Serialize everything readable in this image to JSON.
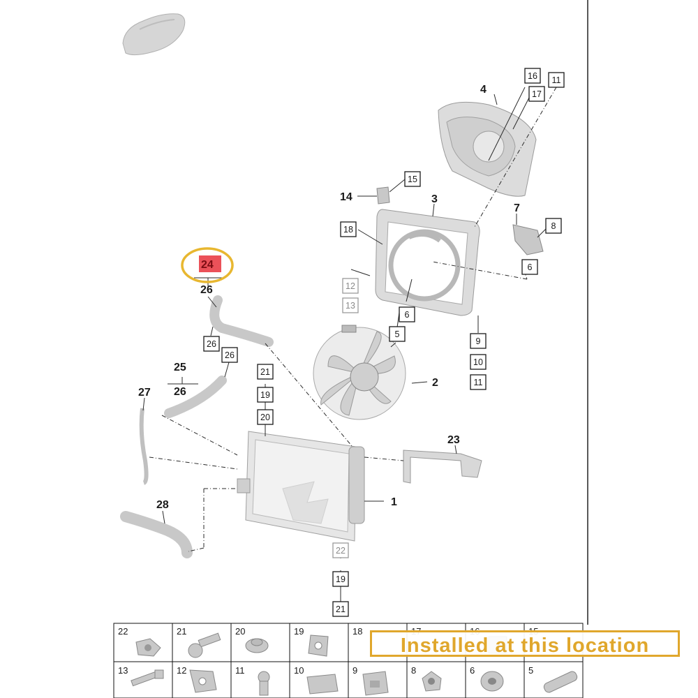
{
  "diagram": {
    "callouts": {
      "c1": "1",
      "c2": "2",
      "c3": "3",
      "c4": "4",
      "c7": "7",
      "c14": "14",
      "c23": "23",
      "c25": "25",
      "c26a": "26",
      "c26b": "26",
      "c27": "27",
      "c28": "28"
    },
    "boxes": {
      "b16": "16",
      "b11a": "11",
      "b17": "17",
      "b15": "15",
      "b18": "18",
      "b8": "8",
      "b6a": "6",
      "b12": "12",
      "b13": "13",
      "b6b": "6",
      "b5": "5",
      "b9": "9",
      "b10": "10",
      "b11b": "11",
      "b26a": "26",
      "b26b": "26",
      "b21a": "21",
      "b19a": "19",
      "b20": "20",
      "b22": "22",
      "b19b": "19",
      "b21b": "21"
    },
    "highlight": {
      "label": "24",
      "color": "#e8323c",
      "ring_color": "#e8b730"
    }
  },
  "parts_table": {
    "row1": [
      "22",
      "21",
      "20",
      "19",
      "18",
      "17",
      "16",
      "15"
    ],
    "row2": [
      "13",
      "12",
      "11",
      "10",
      "9",
      "8",
      "6",
      "5"
    ]
  },
  "banner": {
    "text": "Installed at this location",
    "color": "#e0a72c"
  }
}
